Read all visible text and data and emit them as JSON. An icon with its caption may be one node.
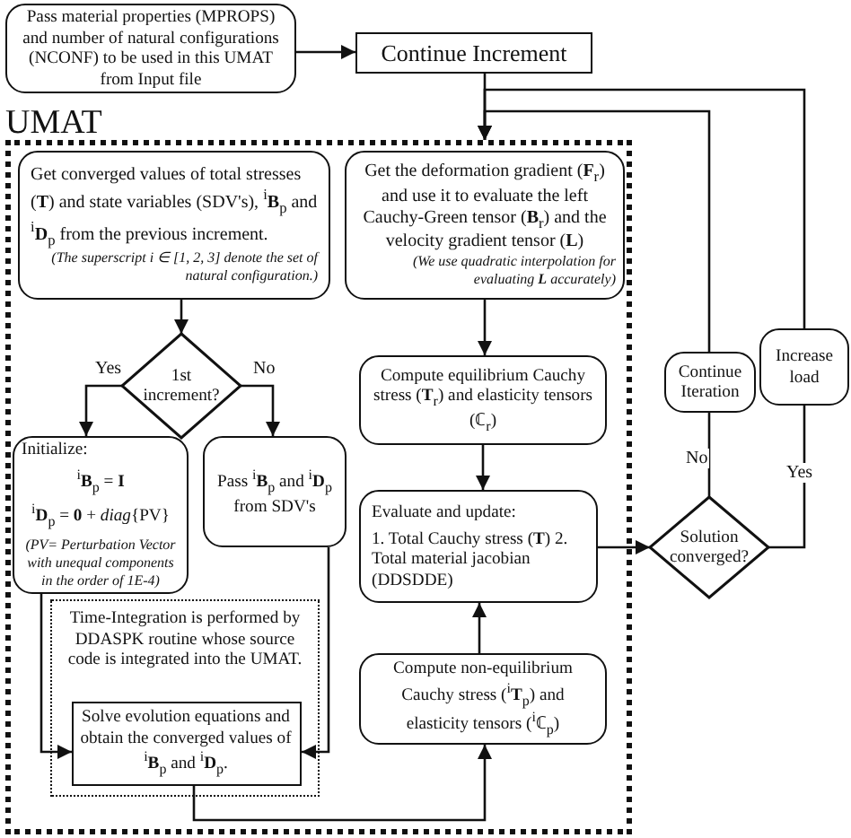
{
  "diagram": {
    "nodes": [
      {
        "text": [
          "Pass material properties (MPROPS) and number of natural configurations (NCONF) to be used in this UMAT from Input file"
        ]
      },
      {
        "text": [
          "Continue Increment"
        ]
      },
      {
        "text": [
          "UMAT"
        ]
      },
      {
        "text": [
          "Get converged values of total stresses (**T**) and state variables (SDV's), $^{i}$**B**$_{p}$ and $^{i}$**D**$_{p}$ from the previous increment.",
          "(The superscript i ∈ [1, 2, 3] denote the set of natural configuration.)"
        ],
        "in": 2
      },
      {
        "text": [
          "Get the deformation gradient (**F**$_{r}$) and use it to evaluate the left Cauchy-Green tensor (**B**$_{r}$) and the velocity gradient tensor (**L**)",
          "(We use quadratic interpolation for evaluating **L** accurately)"
        ],
        "in": 2
      },
      {
        "text": [
          "1st increment?"
        ],
        "in": 2
      },
      {
        "text": [
          "Initialize:",
          "$^{i}$**B**$_{p}$ = **I**",
          "$^{i}$**D**$_{p}$ = **0** + *diag*{PV}",
          "(PV= Perturbation Vector with unequal components in the order of 1E-4)"
        ],
        "in": 2
      },
      {
        "text": [
          "Pass $^{i}$**B**$_{p}$ and $^{i}$**D**$_{p}$ from SDV's"
        ],
        "in": 2
      },
      {
        "text": [
          "Time-Integration is performed by DDASPK routine whose source code is integrated into the UMAT."
        ],
        "in": 2
      },
      {
        "text": [
          "Solve evolution equations and obtain the converged values of $^{i}$**B**$_{p}$ and $^{i}$**D**$_{p}$."
        ],
        "in": 8
      },
      {
        "text": [
          "Compute equilibrium Cauchy stress (**T**$_{r}$) and elasticity tensors (ℂ$_{r}$)"
        ],
        "in": 2
      },
      {
        "text": [
          "Evaluate and update:",
          "1. Total Cauchy stress (**T**) 2. Total material jacobian (DDSDDE)"
        ],
        "in": 2
      },
      {
        "text": [
          "Compute non-equilibrium Cauchy stress ($^{i}$**T**$_{p}$) and elasticity tensors ($^{i}$ℂ$_{p}$)"
        ],
        "in": 2
      },
      {
        "text": [
          "Continue Iteration"
        ]
      },
      {
        "text": [
          "Increase load"
        ]
      },
      {
        "text": [
          "Solution converged?"
        ]
      }
    ],
    "edges": [
      {
        "from": 0,
        "to": 1,
        "arrow": "to"
      },
      {
        "from": 1,
        "to": 2,
        "arrow": "to"
      },
      {
        "from": 13,
        "to": 2,
        "arrow": "to"
      },
      {
        "from": 14,
        "to": 2,
        "arrow": "to"
      },
      {
        "from": 3,
        "to": 5,
        "arrow": "to"
      },
      {
        "from": 5,
        "to": 6,
        "arrow": "to",
        "label": "Yes"
      },
      {
        "from": 5,
        "to": 7,
        "arrow": "to",
        "label": "No"
      },
      {
        "from": 6,
        "to": 9,
        "arrow": "to"
      },
      {
        "from": 7,
        "to": 9,
        "arrow": "to"
      },
      {
        "from": 9,
        "to": 12,
        "arrow": "to"
      },
      {
        "from": 12,
        "to": 11,
        "arrow": "to"
      },
      {
        "from": 4,
        "to": 10,
        "arrow": "to"
      },
      {
        "from": 10,
        "to": 11,
        "arrow": "to"
      },
      {
        "from": 11,
        "to": 15,
        "arrow": "to"
      },
      {
        "from": 15,
        "to": 13,
        "arrow": "none",
        "label": "No"
      },
      {
        "from": 15,
        "to": 14,
        "arrow": "none",
        "label": "Yes"
      }
    ]
  }
}
